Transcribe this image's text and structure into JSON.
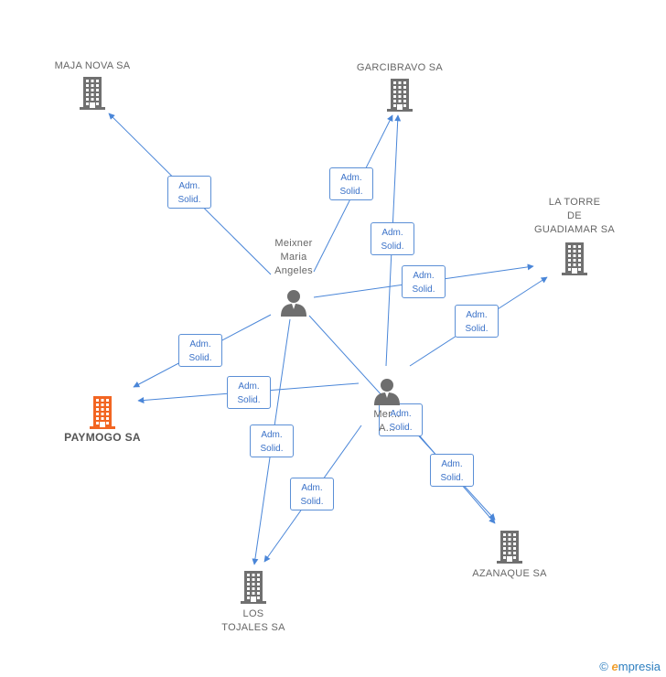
{
  "nodes": {
    "maja_nova": {
      "name": [
        "MAJA NOVA SA"
      ],
      "type": "company"
    },
    "garcibravo": {
      "name": [
        "GARCIBRAVO SA"
      ],
      "type": "company"
    },
    "la_torre": {
      "name": [
        "LA TORRE",
        "DE",
        "GUADIAMAR SA"
      ],
      "type": "company"
    },
    "paymogo": {
      "name": [
        "PAYMOGO SA"
      ],
      "type": "company",
      "focus": true
    },
    "azanaque": {
      "name": [
        "AZANAQUE SA"
      ],
      "type": "company"
    },
    "los_tojales": {
      "name": [
        "LOS",
        "TOJALES SA"
      ],
      "type": "company"
    },
    "meixner": {
      "name": [
        "Meixner",
        "Maria",
        "Angeles"
      ],
      "type": "person"
    },
    "mer": {
      "name": [
        "Mer...",
        "A..."
      ],
      "type": "person"
    }
  },
  "edges": [
    {
      "from": "meixner",
      "to": "maja_nova",
      "label": [
        "Adm.",
        "Solid."
      ]
    },
    {
      "from": "meixner",
      "to": "garcibravo",
      "label": [
        "Adm.",
        "Solid."
      ]
    },
    {
      "from": "mer",
      "to": "garcibravo",
      "label": [
        "Adm.",
        "Solid."
      ]
    },
    {
      "from": "meixner",
      "to": "la_torre",
      "label": [
        "Adm.",
        "Solid."
      ]
    },
    {
      "from": "mer",
      "to": "la_torre",
      "label": [
        "Adm.",
        "Solid."
      ]
    },
    {
      "from": "meixner",
      "to": "paymogo",
      "label": [
        "Adm.",
        "Solid."
      ]
    },
    {
      "from": "mer",
      "to": "paymogo",
      "label": [
        "Adm.",
        "Solid."
      ]
    },
    {
      "from": "meixner",
      "to": "los_tojales",
      "label": [
        "Adm.",
        "Solid."
      ]
    },
    {
      "from": "mer",
      "to": "los_tojales",
      "label": [
        "Adm.",
        "Solid."
      ]
    },
    {
      "from": "meixner",
      "to": "azanaque",
      "label": [
        "Adm.",
        "Solid."
      ]
    },
    {
      "from": "mer",
      "to": "azanaque",
      "label": [
        "Adm.",
        "Solid."
      ]
    }
  ],
  "colors": {
    "edge": "#4a86d8",
    "company": "#707070",
    "focus_company": "#f26522",
    "person": "#6e6e6e"
  },
  "footer": {
    "copyright": "©",
    "brand_initial": "e",
    "brand_rest": "mpresia"
  }
}
